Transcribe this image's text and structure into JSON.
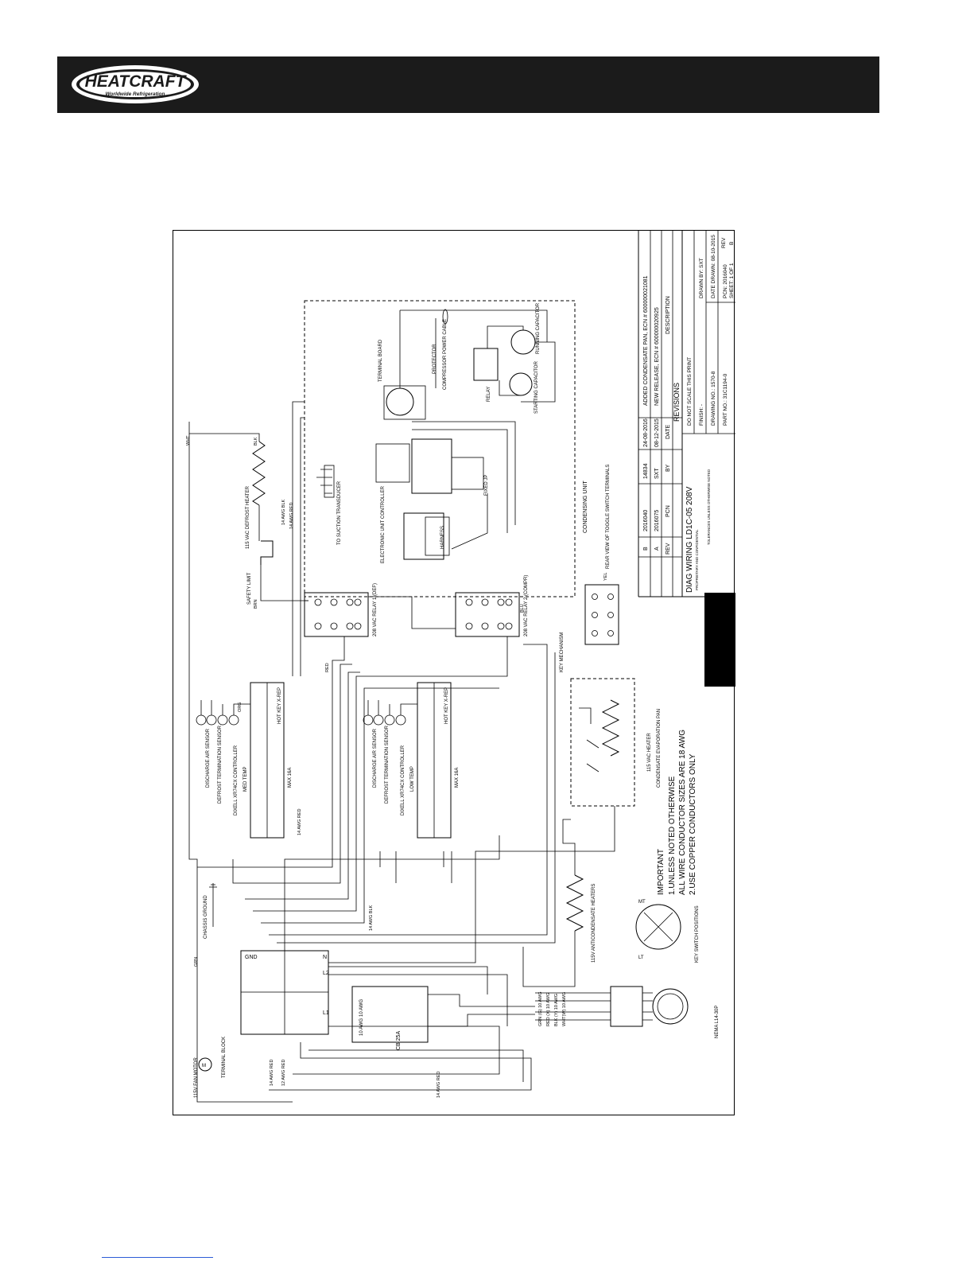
{
  "header": {
    "brand": "HEATCRAFT",
    "tagline": "Worldwide Refrigeration"
  },
  "title_block": {
    "diagram_title": "DIAG WIRING LD1C-05 208V",
    "revisions_label": "REVISIONS",
    "rev_col": "REV",
    "pcn_col": "PCN",
    "by_col": "BY",
    "date_col": "DATE",
    "desc_col": "DESCRIPTION",
    "rev_b": "B",
    "rev_b_pcn": "2016040",
    "rev_b_by": "14834",
    "rev_b_date": "24-08-2016",
    "rev_b_desc": "ADDED CONDENSATE PAN, ECN # 600000021081",
    "rev_a": "A",
    "rev_a_pcn": "2016075",
    "rev_a_by": "SXT",
    "rev_a_date": "08-12-2015",
    "rev_a_desc": "NEW RELEASE, ECN # 600000020925",
    "do_not_scale": "DO NOT SCALE THIS PRINT",
    "finish": "FINISH: -",
    "drawing_no": "DRAWING NO.:   1570-8",
    "part_no": "PART NO.:   31C1194-0",
    "drawn_by": "DRAWN BY:   SXT",
    "date_drawn": "DATE DRAWN:   08-10-2015",
    "pcn": "PCN:   2016040",
    "sheet": "SHEET:   1 OF 1",
    "rev_label": "REV",
    "rev_value": "B",
    "tolerances": "TOLERANCES UNLESS OTHERWISE NOTED",
    "confidential": "PROPRIETARY AND CONFIDENTIAL"
  },
  "notes": {
    "important": "IMPORTANT",
    "note1a": "1.UNLESS NOTED OTHERWISE",
    "note1b": "ALL WIRE CONDUCTOR SIZES ARE 18 AWG",
    "note2": "2.USE COPPER CONDUCTORS ONLY"
  },
  "labels": {
    "condensing_unit": "CONDENSING UNIT",
    "terminal_board": "TERMINAL BOARD",
    "protector": "PROTECTOR",
    "compressor_power_cable": "COMPRESSOR POWER CABLE",
    "running_capacitor": "RUNNING CAPACITOR",
    "starting_capacitor": "STARTING CAPACITOR",
    "relay": "RELAY",
    "to_suction_transducer": "TO SUCTION TRANSDUCER",
    "electronic_unit_controller": "ELECTRONIC UNIT CONTROLLER",
    "harness": "HARNESS",
    "fixed_jp": "FIXED JP",
    "defrost_heater": "115 VAC DEFROST HEATER",
    "safety_limit": "SAFETY LIMIT",
    "relay1": "208 VAC RELAY 1 (DEF)",
    "relay2": "208 VAC RELAY 2 (COMPR)",
    "rear_view_toggle": "REAR VIEW OF TOGGLE SWITCH TERMINALS",
    "key_mechanism": "KEY MECHANISM",
    "condensate_heater": "115 VAC HEATER",
    "condensate_pan": "CONDENSATE EVAPORATION PAN",
    "hotkey": "HOT KEY X-REP",
    "discharge_air_sensor": "DISCHARGE AIR SENSOR",
    "defrost_term_sensor": "DEFROST TERMINATION SENSOR",
    "dixell_controller": "DIXELL XR74CX CONTROLLER",
    "med_temp": "MED TEMP",
    "low_temp": "LOW TEMP",
    "max_16a": "MAX 16A",
    "chassis_ground": "CHASSIS GROUND",
    "fan_motor": "115V FAN MOTOR",
    "terminal_block": "TERMINAL BLOCK",
    "anti_condensate": "115V ANTICONDENSATE HEATERS",
    "key_switch_positions": "KEY SWITCH POSITIONS",
    "nema": "NEMA L14-30P",
    "cb": "CB 25A",
    "awg10": "10 AWG",
    "awg14_red": "14 AWG RED",
    "awg14_blk": "14 AWG BLK",
    "awg12_red": "12 AWG RED",
    "grn_g": "GRN (G)   10 AWG",
    "red_x": "RED (X)   10 AWG",
    "blk_y": "BLK (Y)   10 AWG",
    "wht_w": "WHT(W)   10 AWG",
    "mt": "MT",
    "lt": "LT",
    "gnd": "GND",
    "l1": "L1",
    "l2": "L2",
    "n": "N"
  },
  "wire_colors": {
    "red": "RED",
    "blk": "BLK",
    "wht": "WHT",
    "grn": "GRN",
    "blu": "BLU",
    "yel": "YEL",
    "brn": "BRN",
    "org": "ORG"
  }
}
